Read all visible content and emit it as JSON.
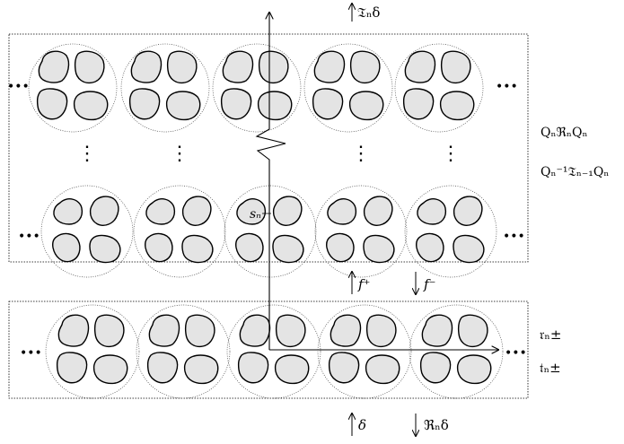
{
  "labels": {
    "top_transmission": "𝔗ₙδ",
    "layer_reflection": "QₙℜₙQₙ",
    "layer_transmission": "Qₙ⁻¹𝔗ₙ₋₁Qₙ",
    "path_label": "sₙ",
    "f_plus": "f⁺",
    "f_minus": "f⁻",
    "r_coef": "𝔯ₙ±",
    "t_coef": "𝔱ₙ±",
    "incident": "δ",
    "bottom_reflection": "ℜₙδ",
    "ellipsis_h": "•••",
    "ellipsis_v": "⋮"
  },
  "structure": {
    "upper_block_rows": 2,
    "upper_block_columns": 5,
    "lower_block_rows": 1,
    "lower_block_columns": 5,
    "inclusions_per_cell": 4
  }
}
